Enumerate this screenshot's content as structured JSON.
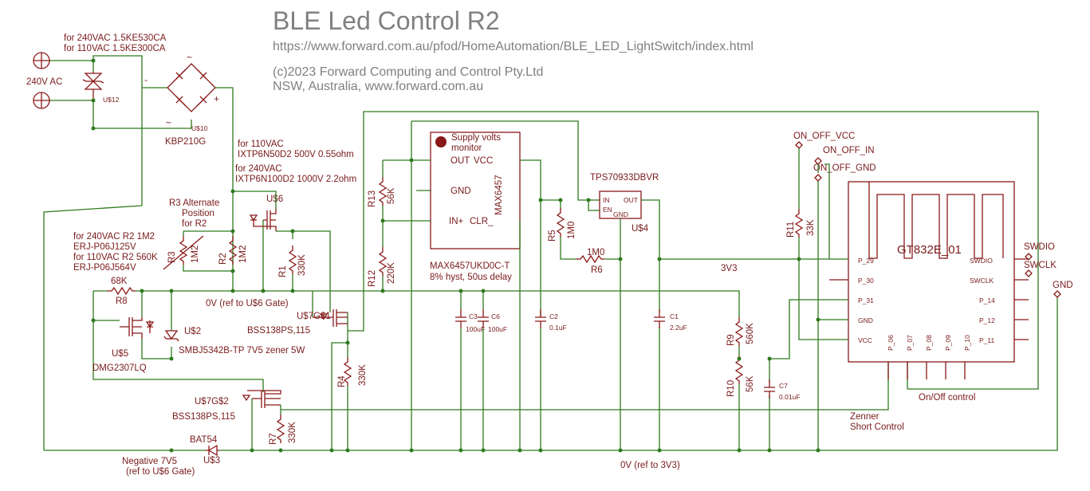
{
  "header": {
    "title": "BLE Led Control R2",
    "url": "https://www.forward.com.au/pfod/HomeAutomation/BLE_LED_LightSwitch/index.html",
    "copyright": "(c)2023 Forward Computing and Control Pty.Ltd",
    "location": "NSW, Australia, www.forward.com.au"
  },
  "input": {
    "ac_label": "240V AC",
    "tvs_note_240": "for 240VAC 1.5KE530CA",
    "tvs_note_110": "for 110VAC 1.5KE300CA",
    "tvs_ref": "U$12",
    "bridge_ref": "U$10",
    "bridge_part": "KBP210G",
    "bridge_plus": "+",
    "bridge_minus": "-",
    "bridge_tilde": "~"
  },
  "mosfet_u6": {
    "ref": "U$6",
    "note_110": "for 110VAC",
    "part_110": "IXTP6N50D2 500V 0.55ohm",
    "note_240": "for 240VAC",
    "part_240": "IXTP6N100D2 1000V 2.2ohm"
  },
  "r2_block": {
    "alt_line1": "R3 Alternate",
    "alt_line2": "Position",
    "alt_line3": "for R2",
    "note1": "for 240VAC R2 1M2",
    "note2": "ERJ-P06J125V",
    "note3": "for 110VAC R2 560K",
    "note4": "ERJ-P06J564V",
    "r3_name": "R3",
    "r3_val": "1M2",
    "r2_name": "R2",
    "r2_val": "1M2",
    "r1_name": "R1",
    "r1_val": "330K",
    "gate_ref_label": "0V (ref to U$6 Gate)"
  },
  "left_block": {
    "r8_val": "68K",
    "r8_name": "R8",
    "u5_ref": "U$5",
    "u5_part": "DMG2307LQ",
    "u2_ref": "U$2",
    "u2_part": "SMBJ5342B-TP 7V5 zener 5W",
    "u7g1_ref": "U$7G$1",
    "u7g1_part": "BSS138PS,115",
    "r4_name": "R4",
    "r4_val": "330K",
    "u7g2_ref": "U$7G$2",
    "u7g2_part": "BSS138PS,115",
    "r7_name": "R7",
    "r7_val": "330K",
    "diode_part": "BAT54",
    "diode_ref": "U$3",
    "neg_line1": "Negative 7V5",
    "neg_line2": "(ref to U$6 Gate)"
  },
  "monitor": {
    "led_line1": "Supply volts",
    "led_line2": "monitor",
    "pin_out": "OUT",
    "pin_vcc": "VCC",
    "pin_gnd": "GND",
    "pin_in": "IN+",
    "pin_clr": "CLR_",
    "chip": "MAX6457",
    "part": "MAX6457UKD0C-T",
    "desc": "8% hyst, 50us delay",
    "r13_name": "R13",
    "r13_val": "56K",
    "r12_name": "R12",
    "r12_val": "220K",
    "c3_name": "C3",
    "c3_val": "100uF",
    "c6_name": "C6",
    "c6_val": "100uF",
    "c2_name": "C2",
    "c2_val": "0.1uF"
  },
  "regulator": {
    "part": "TPS70933DBVR",
    "pin_in": "IN",
    "pin_out": "OUT",
    "pin_en": "EN",
    "pin_gnd": "GND",
    "ref": "U$4",
    "r5_name": "R5",
    "r5_val": "1M0",
    "r6_val": "1M0",
    "r6_name": "R6",
    "c1_name": "C1",
    "c1_val": "2.2uF",
    "rail_label": "3V3"
  },
  "module": {
    "name": "GT832E_01",
    "left_pins": [
      "P_29",
      "P_30",
      "P_31",
      "GND",
      "VCC"
    ],
    "right_pins": [
      "SWDIO",
      "SWCLK",
      "P_14",
      "P_12",
      "P_11"
    ],
    "bottom_pins": [
      "P_06",
      "P_07",
      "P_08",
      "P_09",
      "P_10"
    ],
    "ext_swdio": "SWDIO",
    "ext_swclk": "SWCLK",
    "ext_gnd": "GND",
    "on_off_vcc": "ON_OFF_VCC",
    "on_off_in": "ON_OFF_IN",
    "on_off_gnd": "ON_OFF_GND",
    "r11_name": "R11",
    "r11_val": "33K",
    "r9_name": "R9",
    "r9_val": "560K",
    "r10_name": "R10",
    "r10_val": "56K",
    "c7_name": "C7",
    "c7_val": "0.01uF",
    "onoff_control": "On/Off control",
    "zener_line1": "Zenner",
    "zener_line2": "Short Control"
  },
  "ground_label": "0V (ref to 3V3)",
  "colors": {
    "wire": "#2f7a1e",
    "component": "#8a1818",
    "title": "#808080"
  }
}
